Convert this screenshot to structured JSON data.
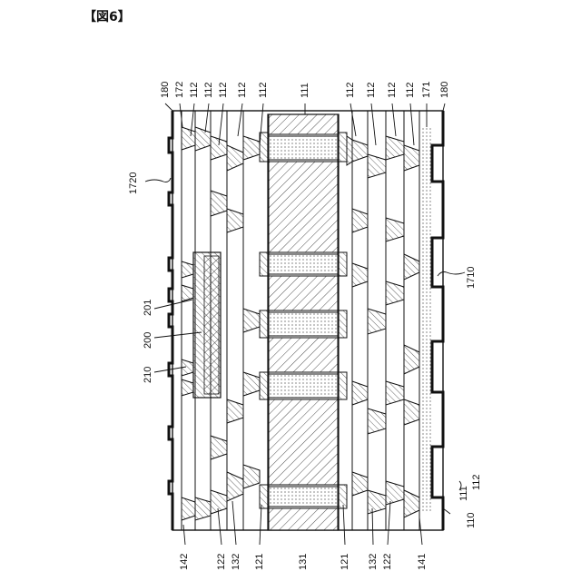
{
  "figure": {
    "title": "【図6】"
  },
  "labels": {
    "top": [
      "180",
      "172",
      "112",
      "112",
      "112",
      "112",
      "112",
      "111",
      "112",
      "112",
      "112",
      "112",
      "171",
      "180"
    ],
    "bottom": [
      "142",
      "122",
      "132",
      "121",
      "131",
      "121",
      "132",
      "122",
      "141"
    ],
    "left_1720": "1720",
    "left_200": "200",
    "left_201": "201",
    "left_210": "210",
    "right_1710": "1710",
    "right_110": "110",
    "right_111": "111",
    "right_112": "112"
  },
  "colors": {
    "line": "#111111",
    "background": "#ffffff"
  }
}
